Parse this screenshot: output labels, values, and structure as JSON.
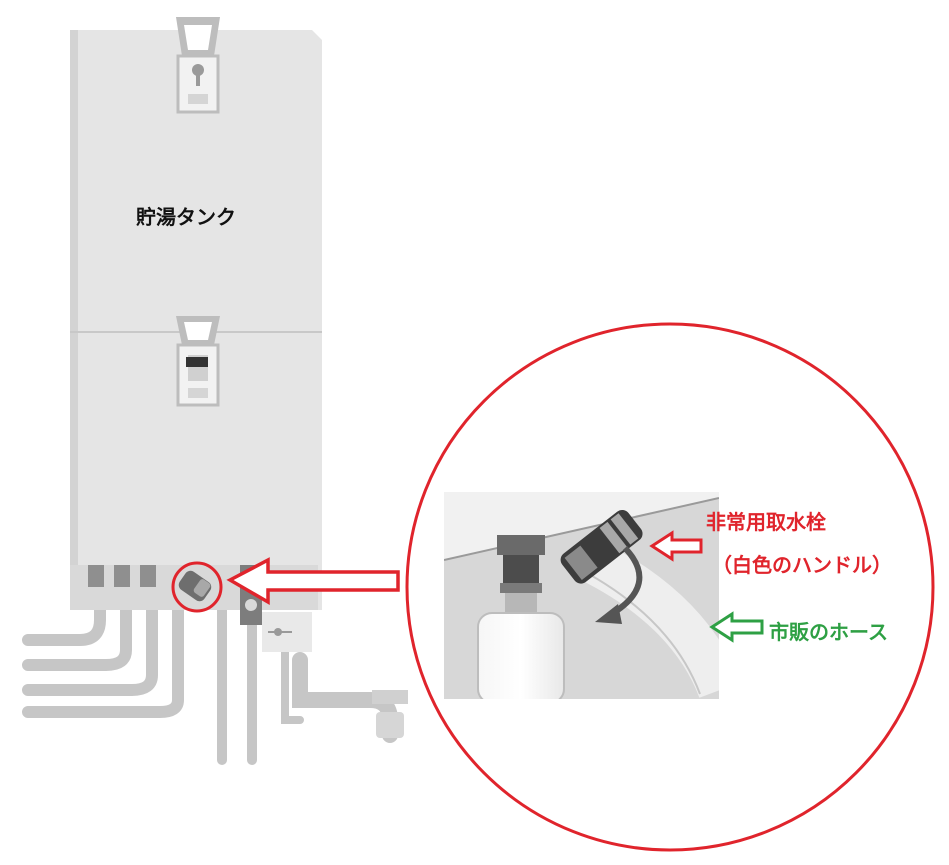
{
  "tank": {
    "label": "貯湯タンク"
  },
  "callout": {
    "valve_label": "非常用取水栓",
    "handle_label": "（白色のハンドル）",
    "hose_label": "市販のホース"
  },
  "colors": {
    "highlight": "#e0242c",
    "hose_arrow": "#2ea044",
    "tank_body": "#e3e3e3",
    "tank_edge": "#b9b9b9",
    "pipe": "#bdbdbd"
  },
  "icons": [
    "red-outline-arrow-icon",
    "green-outline-arrow-icon",
    "rotate-arrow-icon"
  ]
}
